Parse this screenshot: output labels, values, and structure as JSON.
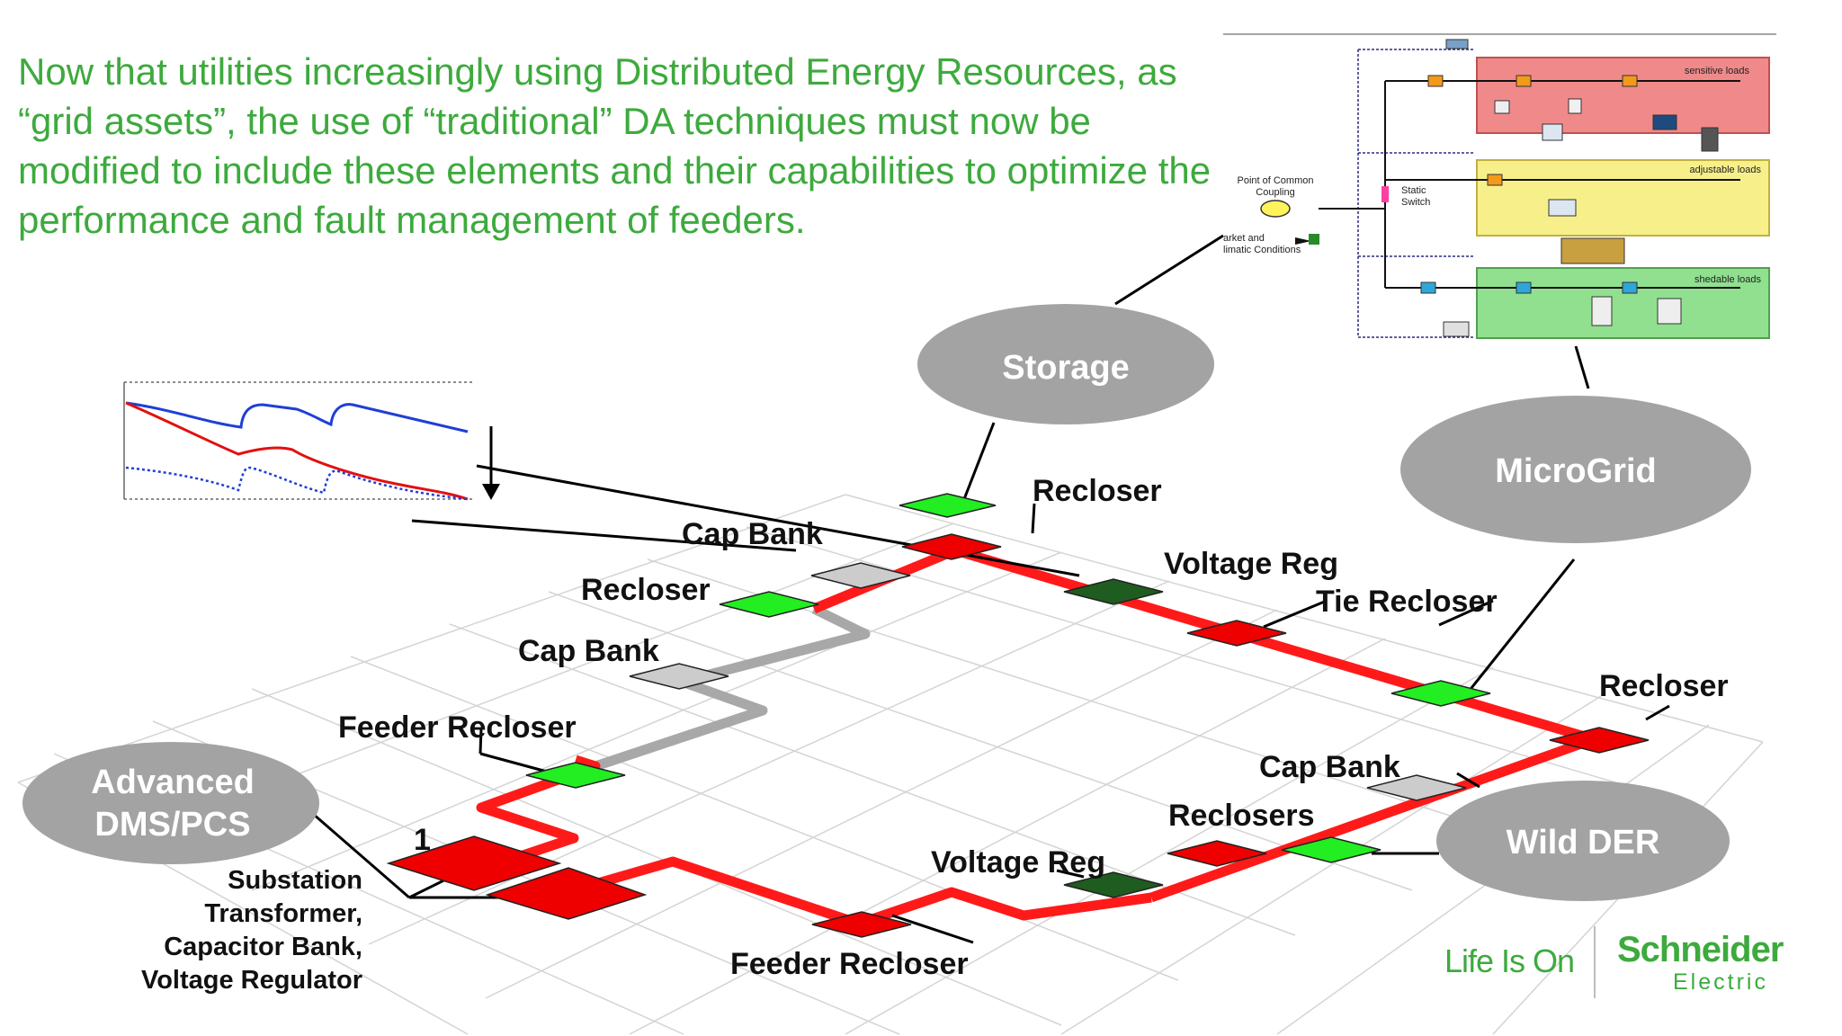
{
  "intro_text": "Now that utilities increasingly using Distributed Energy Resources, as “grid assets”, the use of “traditional” DA techniques must now be modified to include these elements and their capabilities to optimize the performance and fault management of feeders.",
  "ovals": {
    "storage": "Storage",
    "microgrid": "MicroGrid",
    "dms_line1": "Advanced",
    "dms_line2": "DMS/PCS",
    "wild_der": "Wild DER"
  },
  "labels": {
    "recloser_top": "Recloser",
    "cap_bank_top": "Cap Bank",
    "recloser_left": "Recloser",
    "cap_bank_mid": "Cap Bank",
    "feeder_recloser_left": "Feeder Recloser",
    "voltage_reg_top": "Voltage Reg",
    "tie_recloser": "Tie Recloser",
    "recloser_right": "Recloser",
    "cap_bank_right": "Cap Bank",
    "reclosers": "Reclosers",
    "voltage_reg_bottom": "Voltage Reg",
    "feeder_recloser_bottom": "Feeder Recloser",
    "marker_one": "1"
  },
  "substation_lines": [
    "Substation",
    "Transformer,",
    "Capacitor Bank,",
    "Voltage Regulator"
  ],
  "microgrid_panel": {
    "sensitive_loads": "sensitive loads",
    "adjustable_loads": "adjustable loads",
    "shedable_loads": "shedable loads",
    "pcc_line1": "Point of Common",
    "pcc_line2": "Coupling",
    "static_line1": "Static",
    "static_line2": "Switch",
    "market_line1": "arket and",
    "market_line2": "limatic Conditions"
  },
  "colors": {
    "intro_green": "#3daa3d",
    "feeder_red": "#ff1a1a",
    "device_red": "#ee0000",
    "device_green": "#22ee22",
    "device_dark_green": "#1f5c1f",
    "device_gray": "#cccccc",
    "oval_gray": "#a3a3a3"
  },
  "brand": {
    "tagline": "Life Is On",
    "name": "Schneider",
    "sub": "Electric"
  }
}
